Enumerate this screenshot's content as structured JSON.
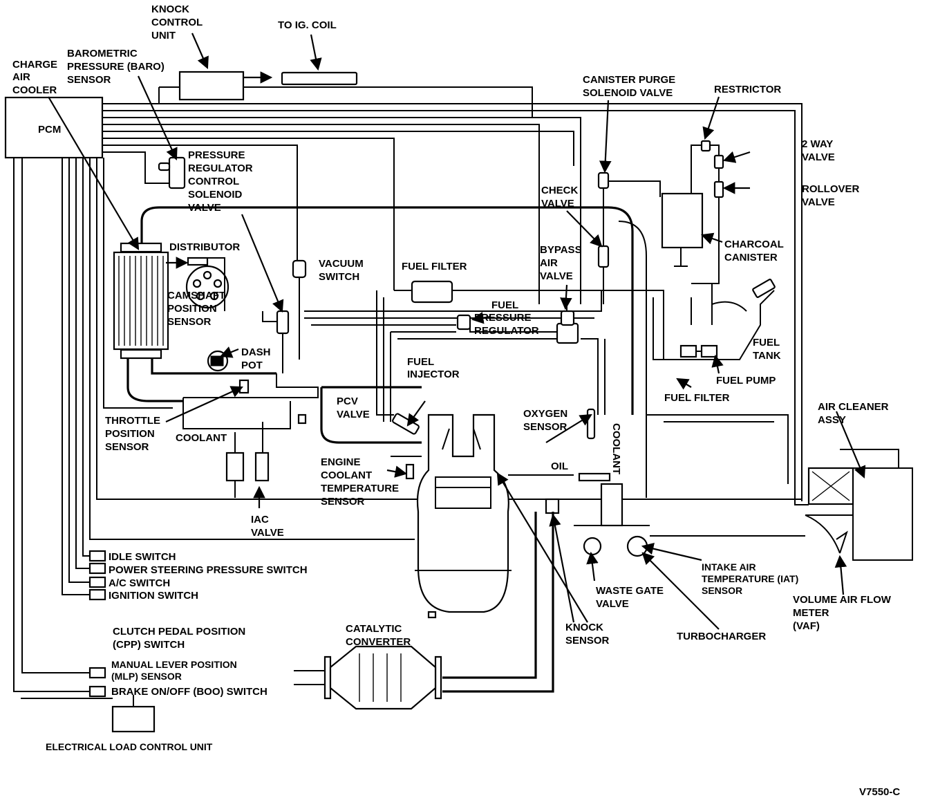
{
  "labels": {
    "knock_control_unit": [
      "KNOCK",
      "CONTROL",
      "UNIT"
    ],
    "to_ig_coil": "TO IG. COIL",
    "barometric_pressure_sensor": [
      "BAROMETRIC",
      "PRESSURE (BARO)",
      "SENSOR"
    ],
    "charge_air_cooler": [
      "CHARGE",
      "AIR",
      "COOLER"
    ],
    "pcm": "PCM",
    "pressure_regulator_control_solenoid_valve": [
      "PRESSURE",
      "REGULATOR",
      "CONTROL",
      "SOLENOID",
      "VALVE"
    ],
    "canister_purge_solenoid_valve": [
      "CANISTER PURGE",
      "SOLENOID VALVE"
    ],
    "restrictor": "RESTRICTOR",
    "two_way_valve": [
      "2 WAY",
      "VALVE"
    ],
    "check_valve": [
      "CHECK",
      "VALVE"
    ],
    "rollover_valve": [
      "ROLLOVER",
      "VALVE"
    ],
    "charcoal_canister": [
      "CHARCOAL",
      "CANISTER"
    ],
    "distributor": "DISTRIBUTOR",
    "vacuum_switch": [
      "VACUUM",
      "SWITCH"
    ],
    "fuel_filter_top": "FUEL FILTER",
    "bypass_air_valve": [
      "BYPASS",
      "AIR",
      "VALVE"
    ],
    "camshaft_position_sensor": [
      "CAMSHAFT",
      "POSITION",
      "SENSOR"
    ],
    "fuel_pressure_regulator": [
      "FUEL",
      "PRESSURE",
      "REGULATOR"
    ],
    "dash_pot": [
      "DASH",
      "POT"
    ],
    "fuel_tank": [
      "FUEL",
      "TANK"
    ],
    "fuel_pump": "FUEL PUMP",
    "fuel_injector": [
      "FUEL",
      "INJECTOR"
    ],
    "fuel_filter_right": "FUEL FILTER",
    "pcv_valve": [
      "PCV",
      "VALVE"
    ],
    "oxygen_sensor": [
      "OXYGEN",
      "SENSOR"
    ],
    "coolant_vertical": "COOLANT",
    "air_cleaner_assy": [
      "AIR CLEANER",
      "ASSY"
    ],
    "throttle_position_sensor": [
      "THROTTLE",
      "POSITION",
      "SENSOR"
    ],
    "coolant_left": "COOLANT",
    "engine_coolant_temperature_sensor": [
      "ENGINE",
      "COOLANT",
      "TEMPERATURE",
      "SENSOR"
    ],
    "oil": "OIL",
    "iac_valve": [
      "IAC",
      "VALVE"
    ],
    "idle_switch": "IDLE SWITCH",
    "power_steering_pressure_switch": "POWER STEERING PRESSURE SWITCH",
    "ac_switch": "A/C SWITCH",
    "ignition_switch": "IGNITION SWITCH",
    "intake_air_temperature_sensor": [
      "INTAKE AIR",
      "TEMPERATURE (IAT)",
      "SENSOR"
    ],
    "waste_gate_valve": [
      "WASTE GATE",
      "VALVE"
    ],
    "volume_air_flow_meter": [
      "VOLUME AIR FLOW",
      "METER",
      "(VAF)"
    ],
    "clutch_pedal_position_switch": [
      "CLUTCH PEDAL POSITION",
      "(CPP) SWITCH"
    ],
    "catalytic_converter": [
      "CATALYTIC",
      "CONVERTER"
    ],
    "knock_sensor": [
      "KNOCK",
      "SENSOR"
    ],
    "turbocharger": "TURBOCHARGER",
    "manual_lever_position_sensor": [
      "MANUAL LEVER POSITION",
      "(MLP) SENSOR"
    ],
    "brake_on_off_switch": "BRAKE ON/OFF (BOO) SWITCH",
    "electrical_load_control_unit": "ELECTRICAL LOAD CONTROL UNIT",
    "figure_code": "V7550-C"
  }
}
